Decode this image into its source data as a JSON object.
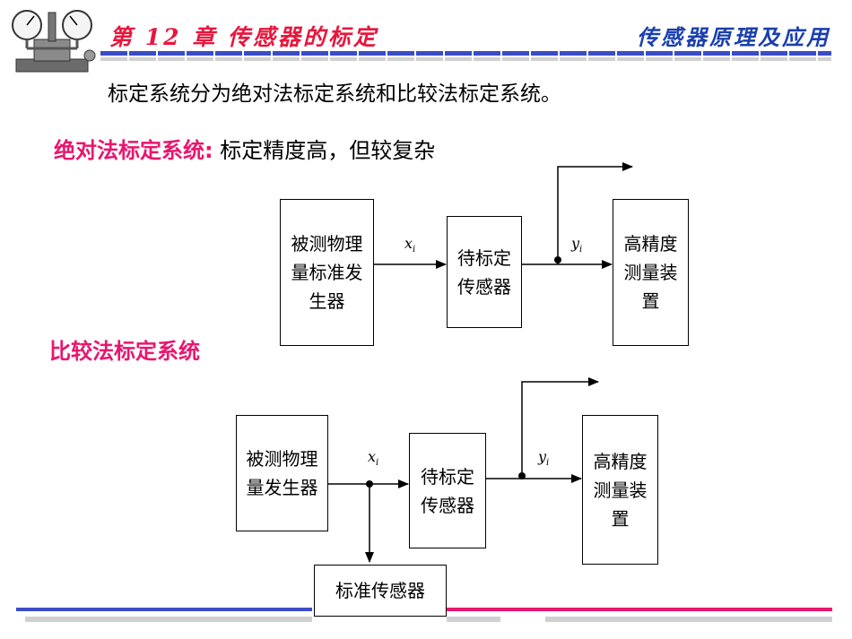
{
  "header": {
    "chapter_title": "第 12 章  传感器的标定",
    "course_title": "传感器原理及应用"
  },
  "intro_text": "标定系统分为绝对法标定系统和比较法标定系统。",
  "absolute": {
    "title": "绝对法标定系统:",
    "desc": "标定精度高，但较复杂",
    "box_generator": "被测物理量标准发生器",
    "box_sensor": "待标定传感器",
    "box_measure": "高精度测量装置",
    "label_x": "x",
    "label_x_sub": "i",
    "label_y": "y",
    "label_y_sub": "i"
  },
  "comparison": {
    "title": "比较法标定系统",
    "box_generator": "被测物理量发生器",
    "box_sensor": "待标定传感器",
    "box_measure": "高精度测量装置",
    "box_standard": "标准传感器",
    "label_x": "x",
    "label_x_sub": "i",
    "label_y": "y",
    "label_y_sub": "i"
  },
  "colors": {
    "chapter_title": "#e8163c",
    "course_title": "#1a3fae",
    "highlight": "#e8166e"
  },
  "icons": [
    "pressure-gauge-icon"
  ]
}
